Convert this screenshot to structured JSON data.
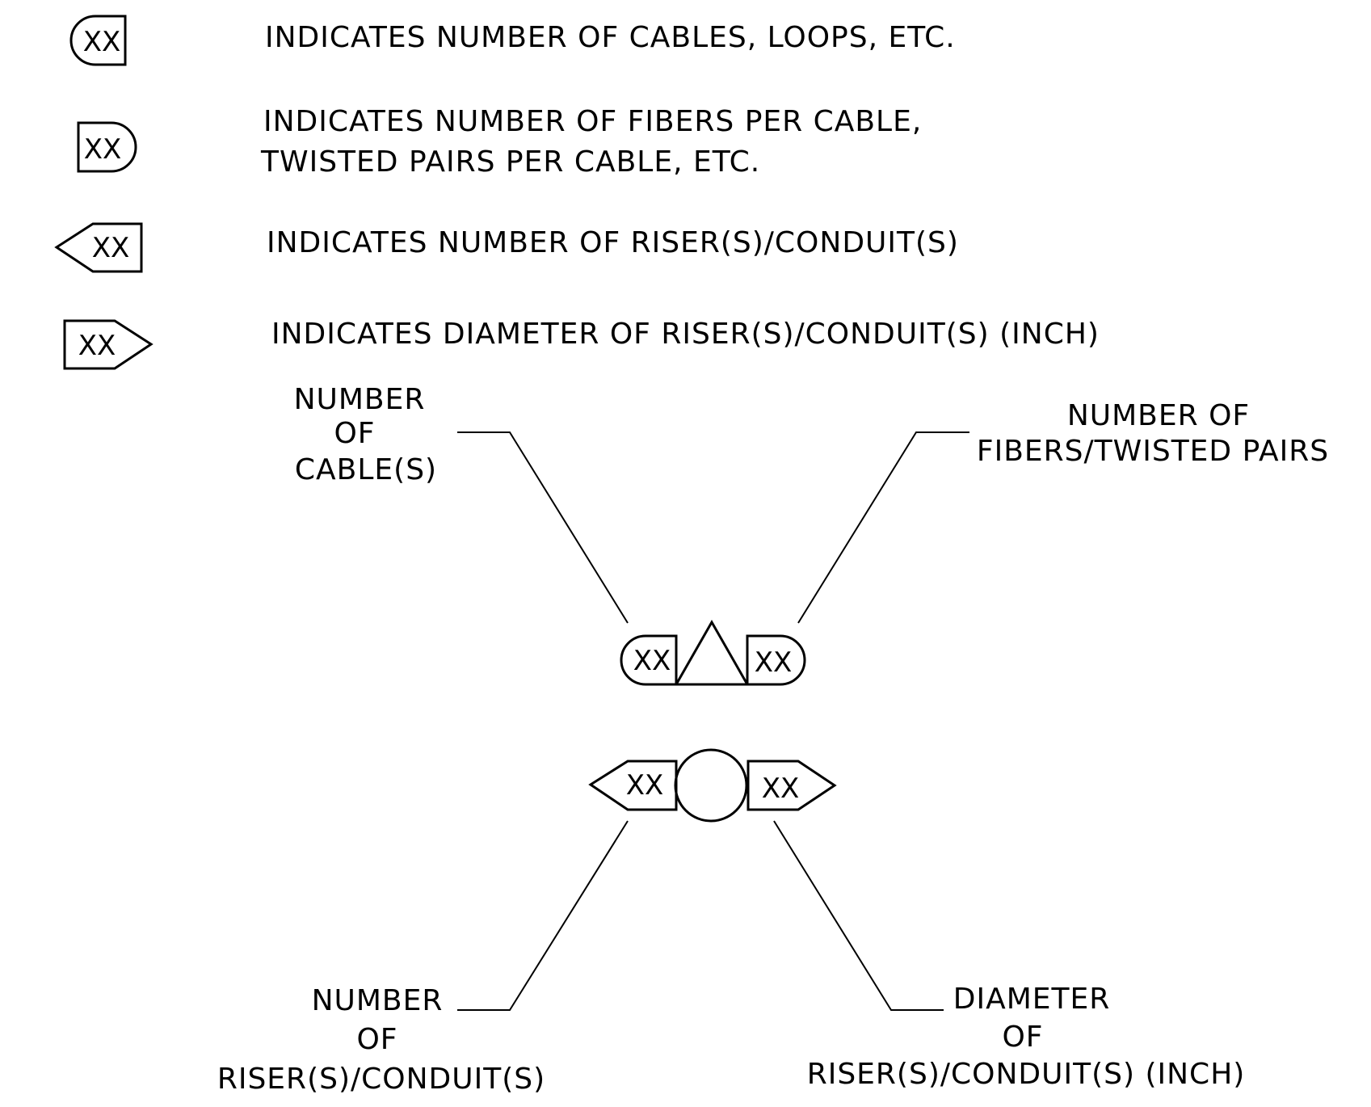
{
  "symbol_text": "XX",
  "legend": [
    {
      "lines": [
        "INDICATES NUMBER OF CABLES, LOOPS, ETC."
      ]
    },
    {
      "lines": [
        "INDICATES NUMBER OF FIBERS PER CABLE,",
        "TWISTED PAIRS PER CABLE, ETC."
      ]
    },
    {
      "lines": [
        "INDICATES NUMBER OF RISER(S)/CONDUIT(S)"
      ]
    },
    {
      "lines": [
        "INDICATES DIAMETER OF RISER(S)/CONDUIT(S) (INCH)"
      ]
    }
  ],
  "callouts": {
    "cables": [
      "NUMBER",
      "OF",
      "CABLE(S)"
    ],
    "fibers": [
      "NUMBER OF",
      "FIBERS/TWISTED PAIRS"
    ],
    "risers": [
      "NUMBER",
      "OF",
      "RISER(S)/CONDUIT(S)"
    ],
    "diameter": [
      "DIAMETER",
      "OF",
      "RISER(S)/CONDUIT(S) (INCH)"
    ]
  }
}
